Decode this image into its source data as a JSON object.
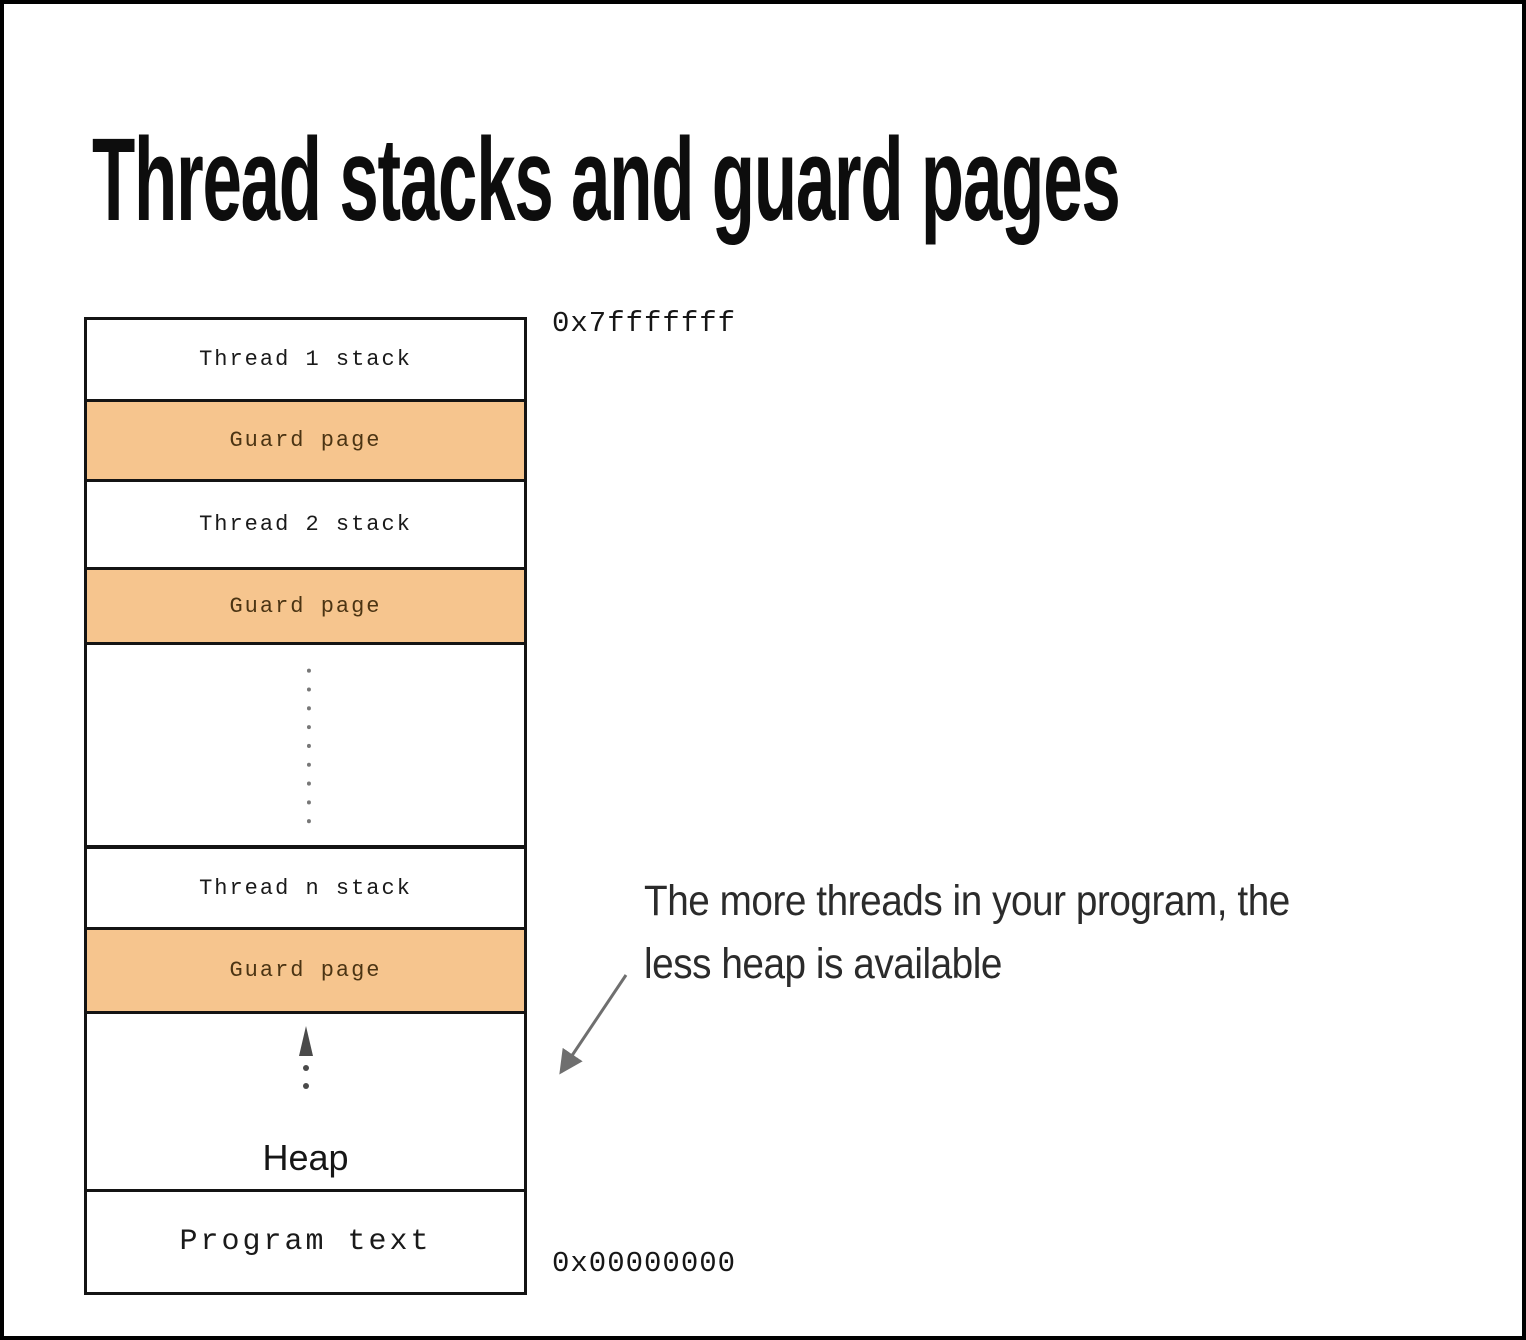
{
  "title": "Thread stacks and guard pages",
  "diagram": {
    "segments": [
      {
        "label": "Thread 1 stack",
        "type": "stack"
      },
      {
        "label": "Guard page",
        "type": "guard"
      },
      {
        "label": "Thread 2 stack",
        "type": "stack"
      },
      {
        "label": "Guard page",
        "type": "guard"
      },
      {
        "label": "",
        "type": "ellipsis"
      },
      {
        "label": "Thread n stack",
        "type": "stack"
      },
      {
        "label": "Guard page",
        "type": "guard"
      },
      {
        "label": "Heap",
        "type": "heap"
      },
      {
        "label": "Program text",
        "type": "stack"
      }
    ],
    "address_top": "0x7fffffff",
    "address_bottom": "0x00000000"
  },
  "annotation": {
    "line1": "The more threads in your program, the",
    "line2": "less heap is available"
  },
  "colors": {
    "guard_fill": "#f6c58e",
    "guard_text": "#4b3413",
    "box_border": "#141414",
    "arrow_gray": "#6f6f6f",
    "text_black": "#0d0d0d"
  }
}
